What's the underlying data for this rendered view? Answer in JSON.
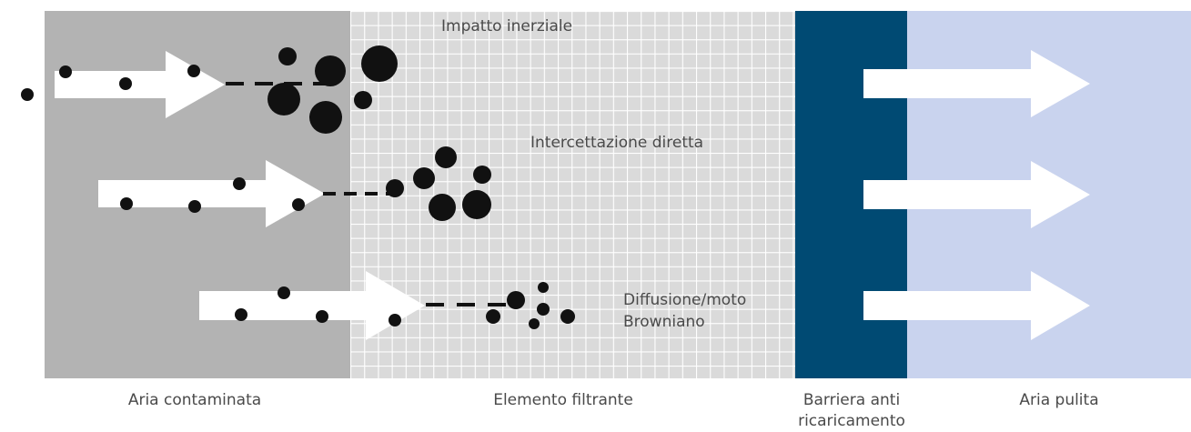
{
  "mechanisms": {
    "inertial": "Impatto inerziale",
    "interception": "Intercettazione diretta",
    "diffusion_line1": "Diffusione/moto",
    "diffusion_line2": "Browniano"
  },
  "zones": {
    "contaminated": "Aria contaminata",
    "filter": "Elemento filtrante",
    "barrier_line1": "Barriera anti",
    "barrier_line2": "ricaricamento",
    "clean": "Aria pulita"
  },
  "colors": {
    "contaminated_zone": "#b3b3b3",
    "filter_zone": "#dadada",
    "filter_grid": "#ffffff",
    "barrier_zone": "#004a73",
    "clean_zone": "#c9d3ee",
    "arrow": "#ffffff",
    "particle": "#111111",
    "label": "#4a4a4a"
  },
  "icons": {
    "flow_arrow": "right-arrow-icon",
    "particle": "particle-dot"
  }
}
